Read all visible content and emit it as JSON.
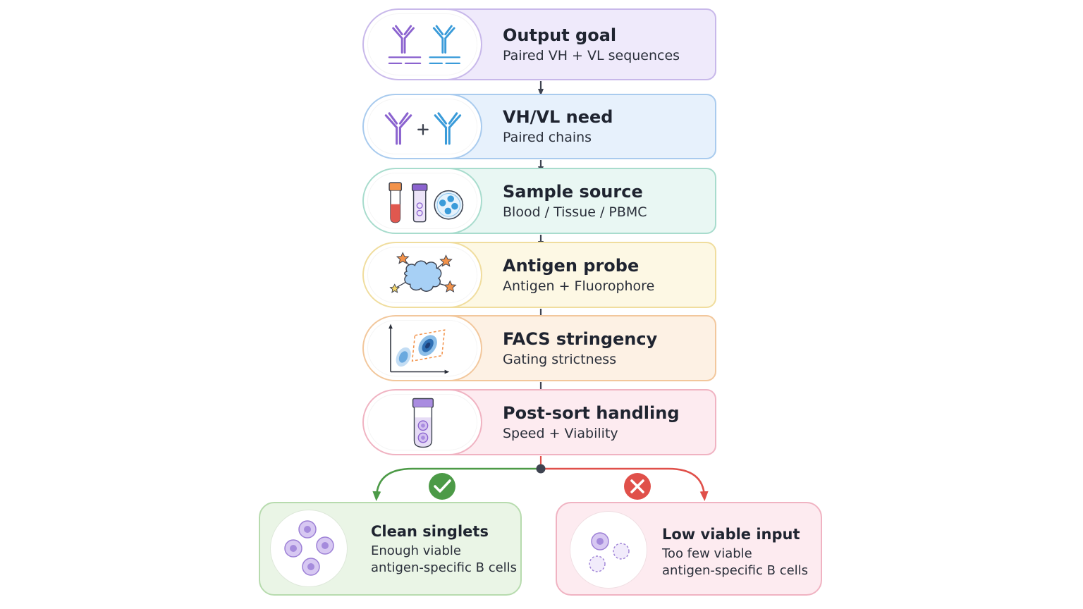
{
  "steps": [
    {
      "title": "Output goal",
      "subtitle": "Paired VH + VL sequences",
      "icon": "antibody-pair-sequence-icon"
    },
    {
      "title": "VH/VL need",
      "subtitle": "Paired chains",
      "icon": "antibody-plus-antibody-icon"
    },
    {
      "title": "Sample source",
      "subtitle": "Blood / Tissue / PBMC",
      "icon": "sample-tubes-icon"
    },
    {
      "title": "Antigen probe",
      "subtitle": "Antigen + Fluorophore",
      "icon": "antigen-fluorophore-icon"
    },
    {
      "title": "FACS stringency",
      "subtitle": "Gating strictness",
      "icon": "facs-gate-plot-icon"
    },
    {
      "title": "Post-sort handling",
      "subtitle": "Speed + Viability",
      "icon": "cell-tube-icon"
    }
  ],
  "outcomes": {
    "good": {
      "title": "Clean singlets",
      "line1": "Enough viable",
      "line2": "antigen-specific B cells",
      "icon": "check-icon"
    },
    "bad": {
      "title": "Low viable input",
      "line1": "Too few viable",
      "line2": "antigen-specific B cells",
      "icon": "cross-icon"
    }
  },
  "colors": {
    "purple": "#8b63cf",
    "blue": "#3a9bd9",
    "green_accent": "#4c9a47",
    "red_accent": "#e0504a",
    "arrow": "#3e4350"
  }
}
